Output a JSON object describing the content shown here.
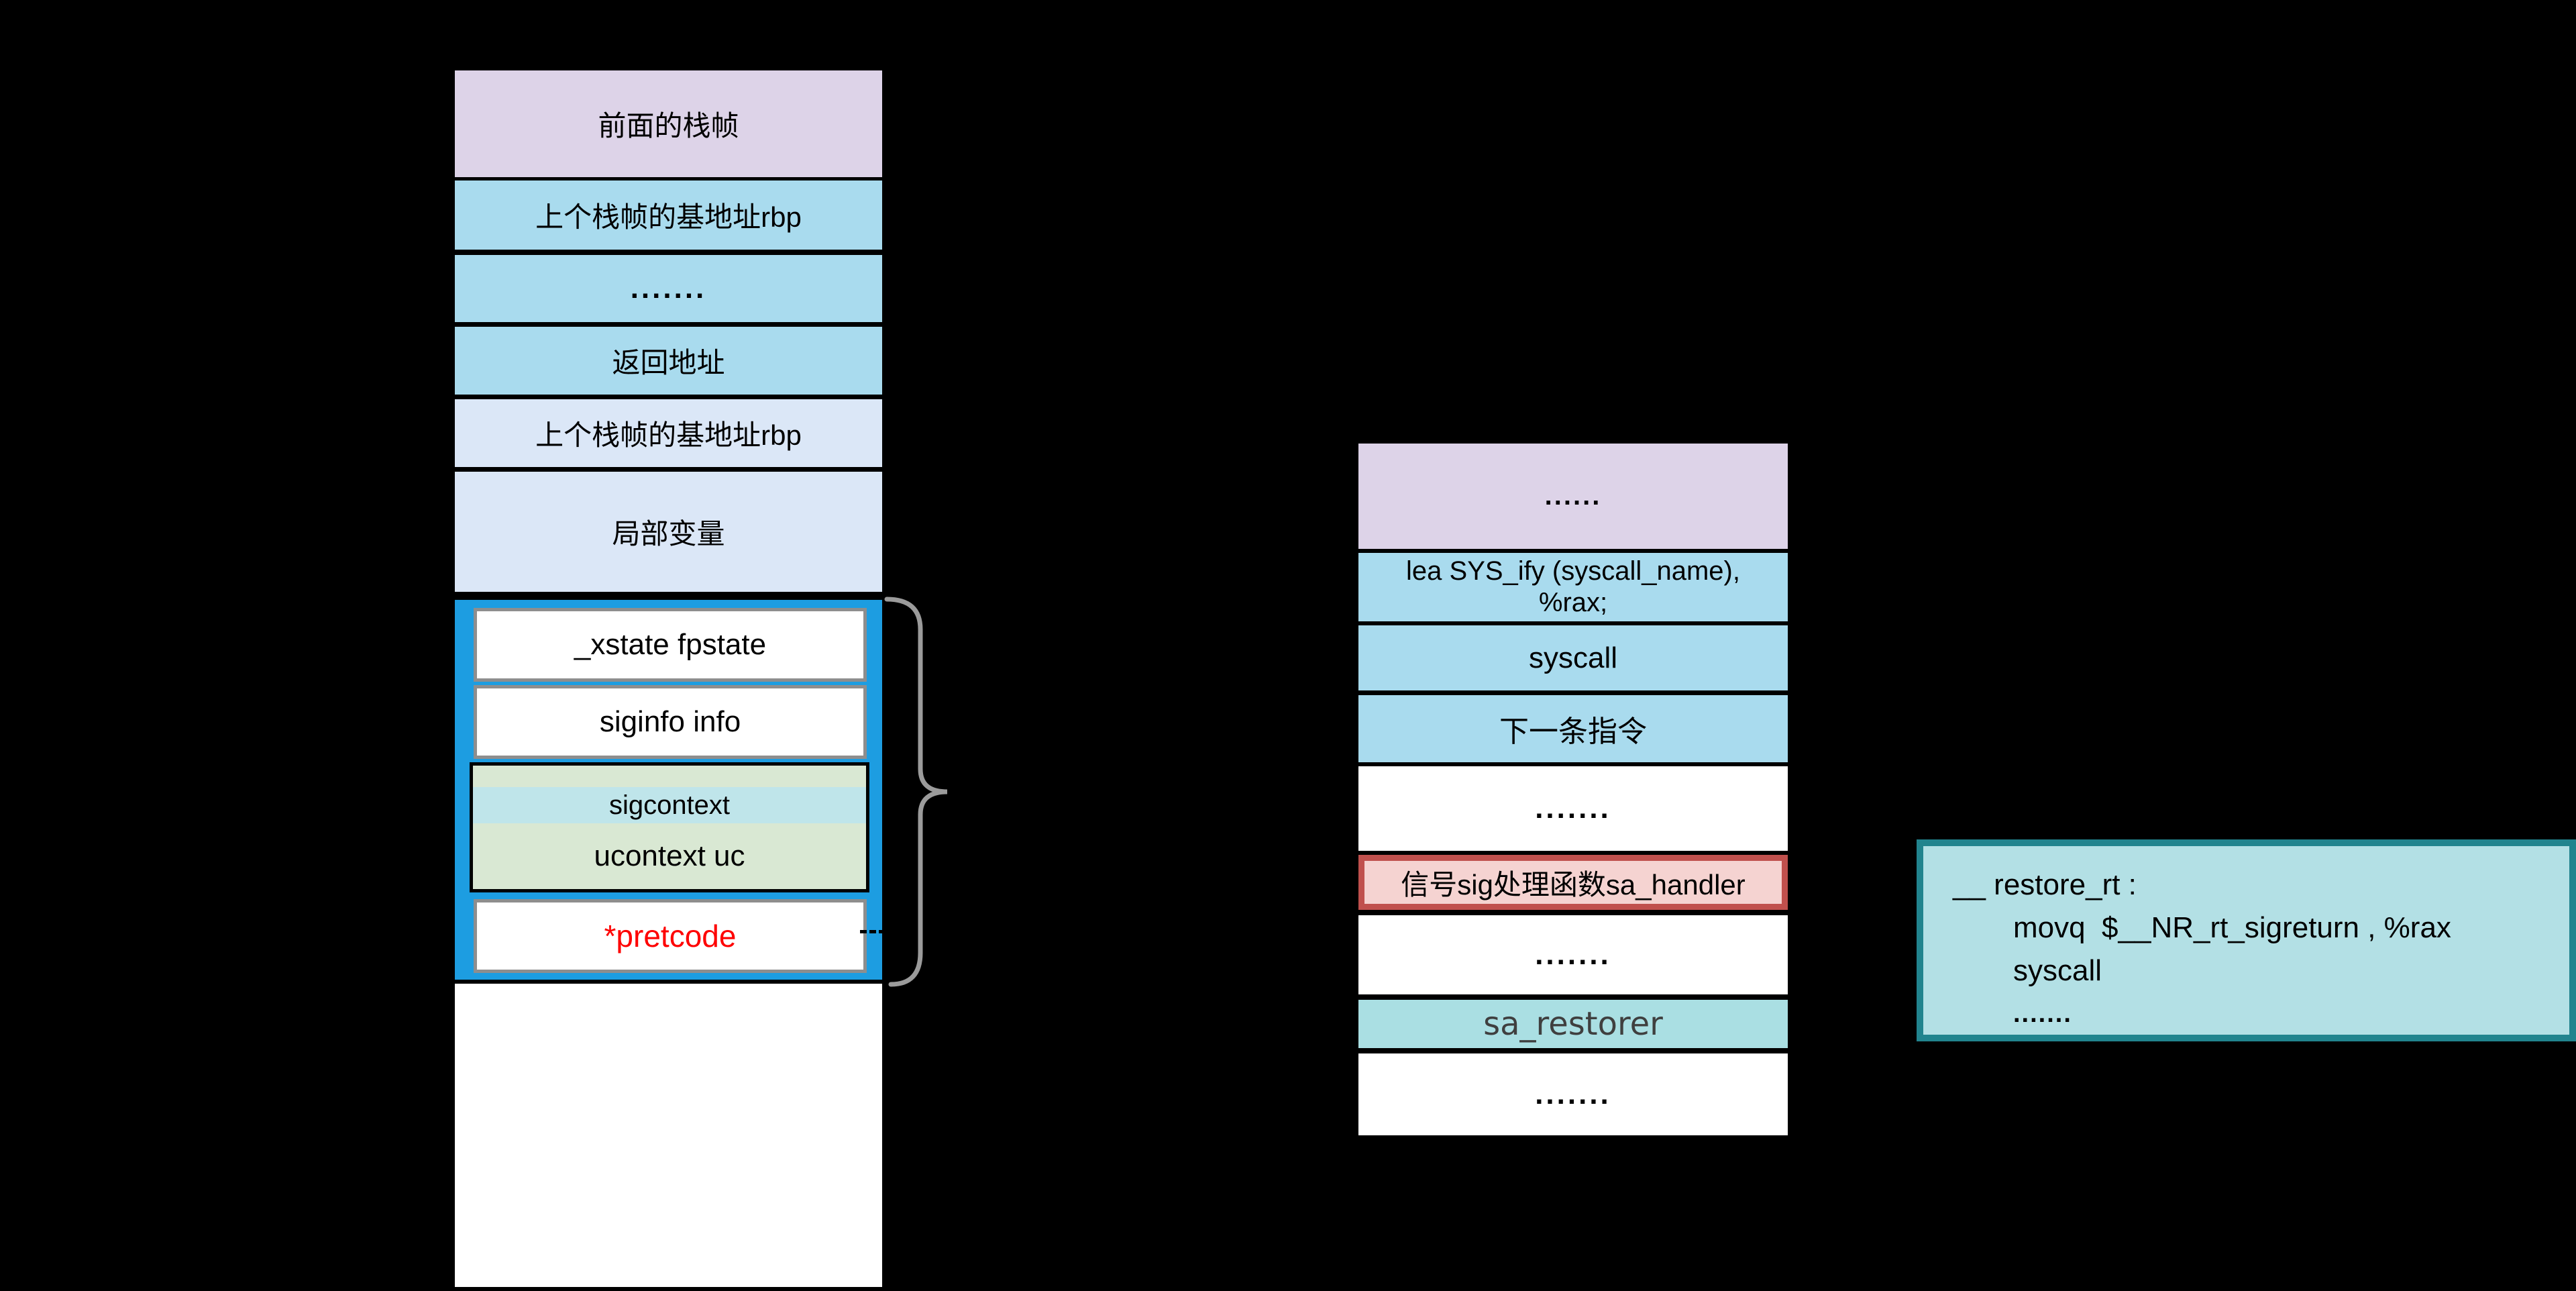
{
  "colors": {
    "background": "#000000",
    "lavender": "#ddd3e8",
    "light_blue": "#a9dbee",
    "pale_blue": "#dbe7f7",
    "highlight_blue": "#1d9de1",
    "inner_border_gray": "#8e8e8e",
    "green": "#d9e8d3",
    "cyan_strip": "#bfe5ea",
    "pretcode_red": "#fe0000",
    "pink_fill": "#f5d3d1",
    "pink_border": "#c0504d",
    "cyan_row_fill": "#aadfe3",
    "sa_restorer_text": "#3f3f3f",
    "code_box_fill": "#b3e0e5",
    "code_box_border": "#21848e",
    "brace_gray": "#9b9b9b"
  },
  "left_stack": {
    "rows": [
      {
        "label": "前面的栈帧"
      },
      {
        "label": "上个栈帧的基地址rbp"
      },
      {
        "label": "......."
      },
      {
        "label": "返回地址"
      },
      {
        "label": "上个栈帧的基地址rbp"
      },
      {
        "label": "局部变量"
      }
    ],
    "signal_frame": {
      "xstate": "_xstate fpstate",
      "siginfo": "siginfo info",
      "sigcontext": "sigcontext",
      "ucontext": "ucontext uc",
      "pretcode": "*pretcode"
    }
  },
  "middle_stack": {
    "rows": [
      {
        "label": "......"
      },
      {
        "line1": "lea SYS_ify (syscall_name),",
        "line2": "%rax;"
      },
      {
        "label": "syscall"
      },
      {
        "label": "下一条指令"
      },
      {
        "label": "......."
      },
      {
        "label": "信号sig处理函数sa_handler"
      },
      {
        "label": "......."
      },
      {
        "label": "sa_restorer"
      },
      {
        "label": "......."
      }
    ]
  },
  "code_box": {
    "lines": [
      {
        "text": "__ restore_rt :"
      },
      {
        "text": "movq  $__NR_rt_sigreturn , %rax"
      },
      {
        "text": "syscall"
      },
      {
        "text": "......."
      }
    ]
  }
}
